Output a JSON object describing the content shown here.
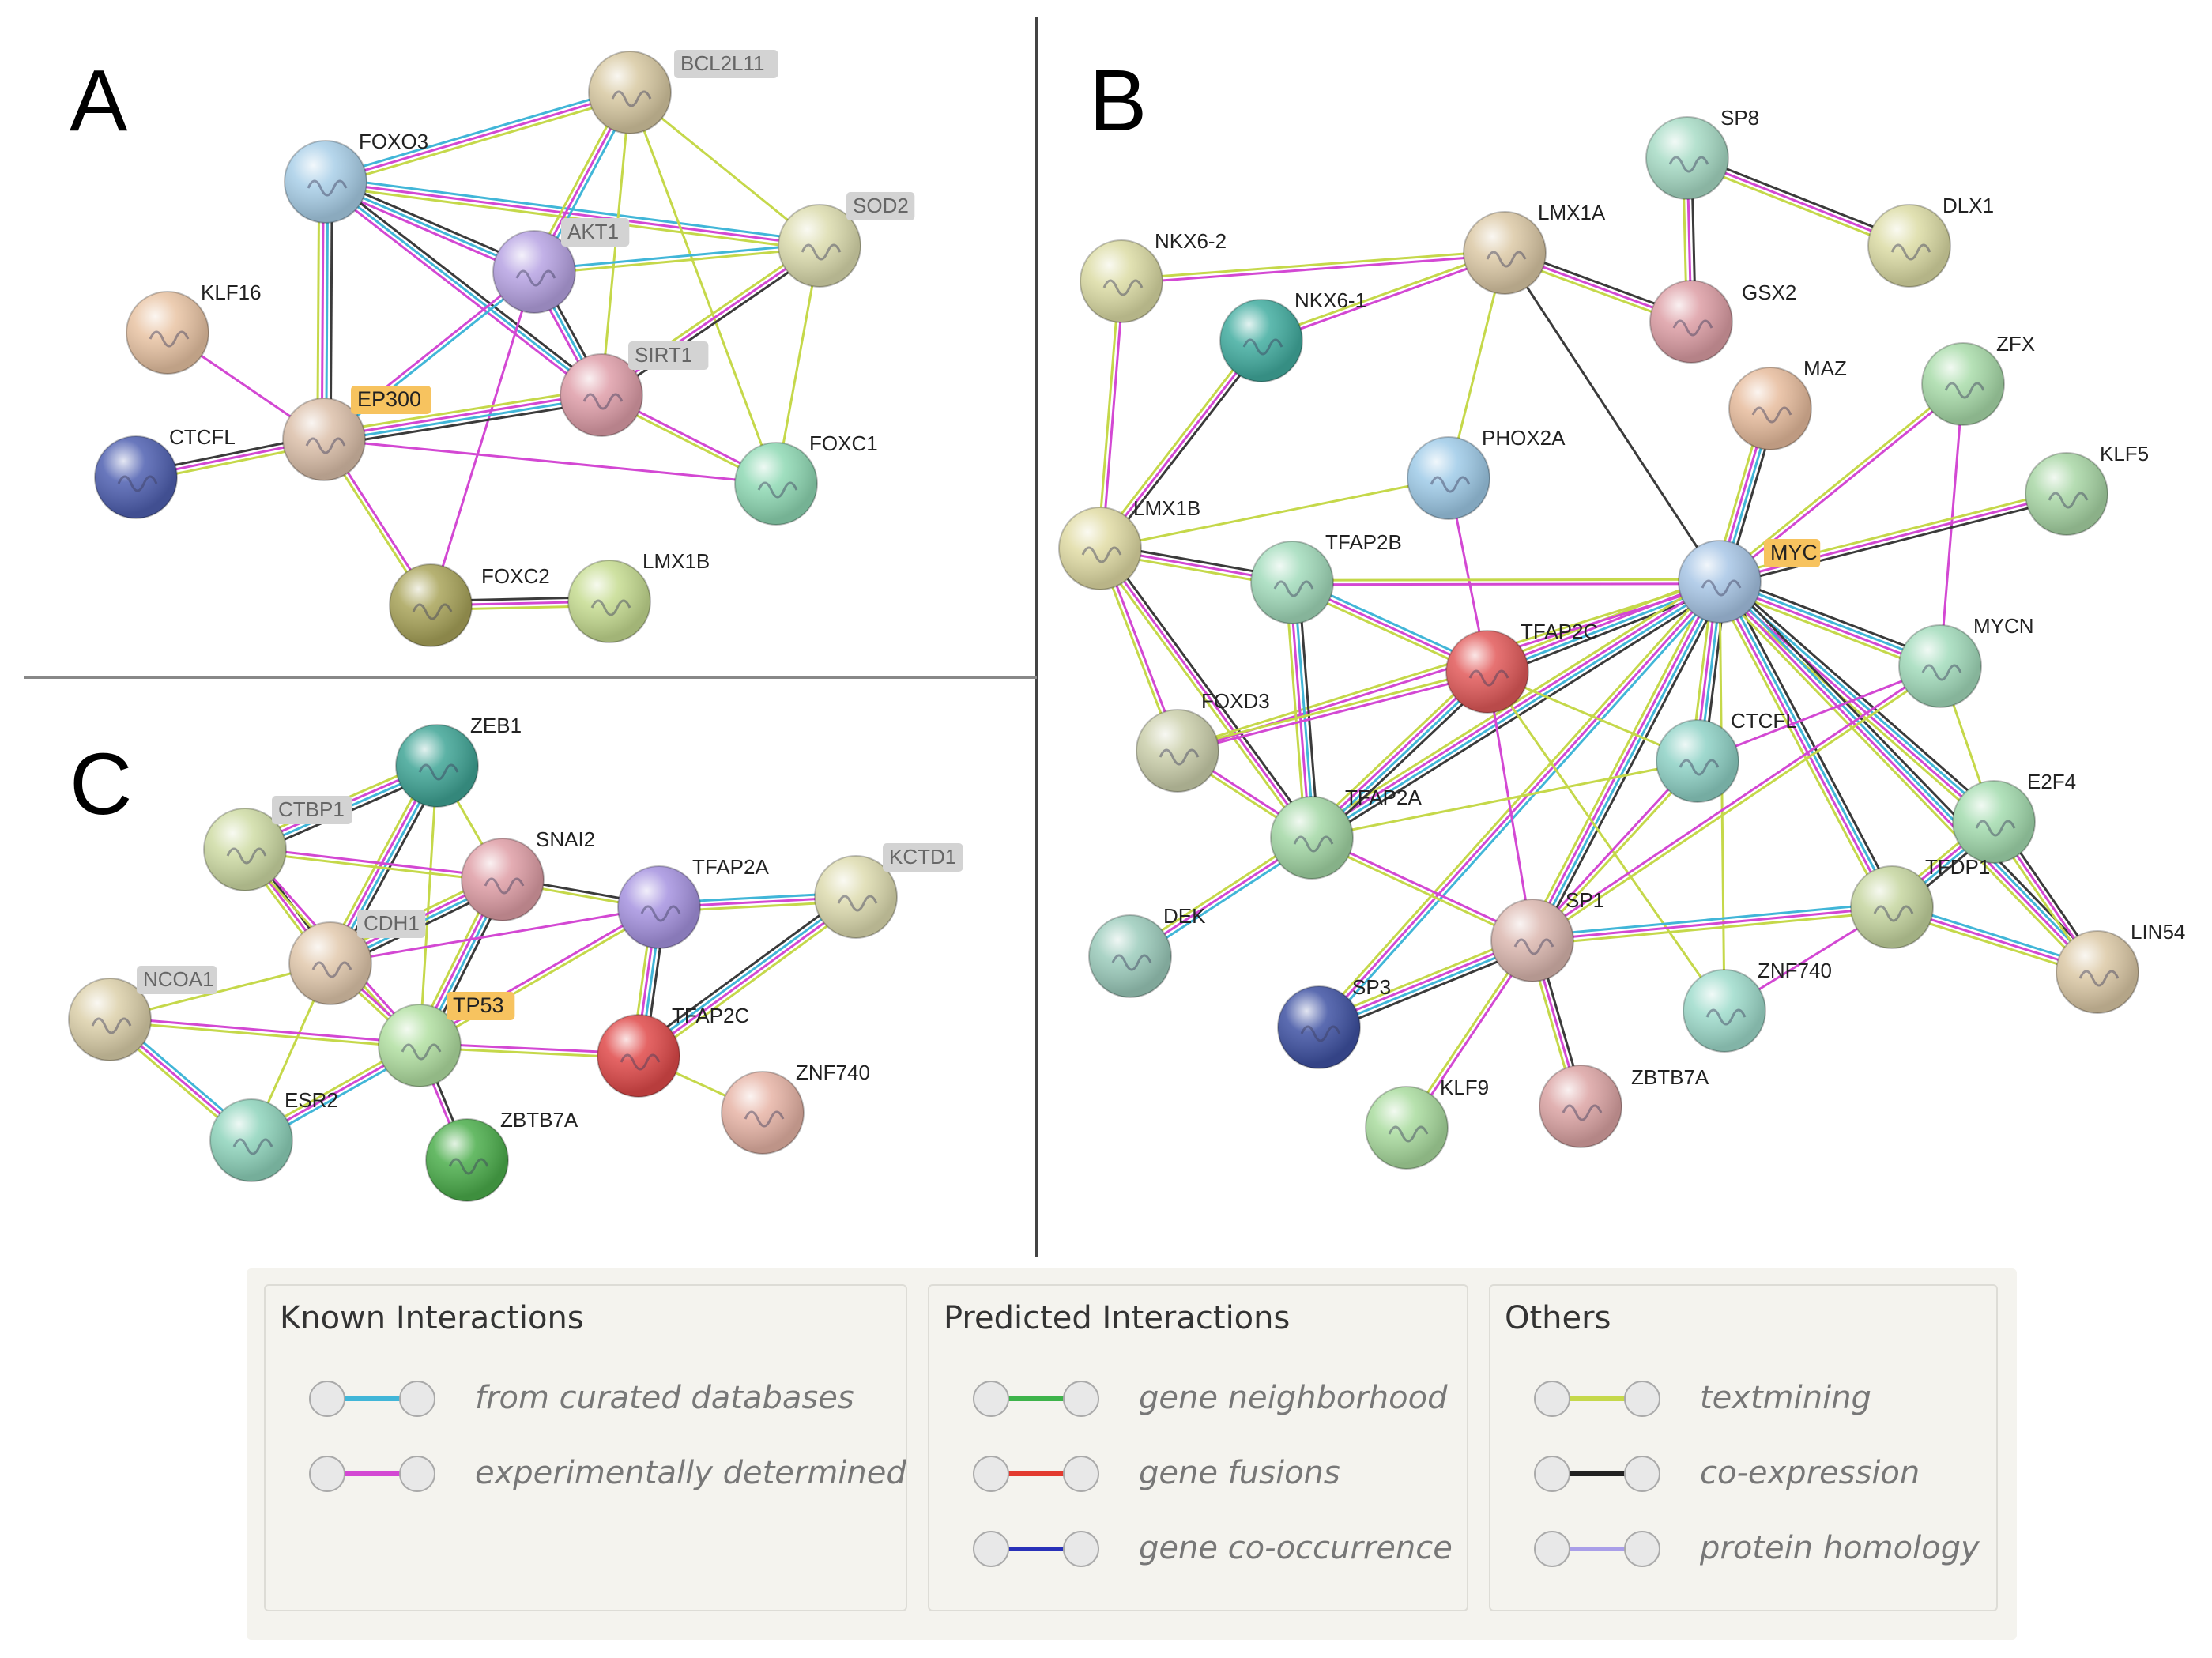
{
  "panels": [
    {
      "id": "A",
      "letter": "A",
      "nodes": [
        {
          "id": "BCL2L11",
          "label": "BCL2L11",
          "color": "#d8c9a2",
          "tag": "gray"
        },
        {
          "id": "FOXO3",
          "label": "FOXO3",
          "color": "#a9cfe8",
          "tag": null
        },
        {
          "id": "AKT1",
          "label": "AKT1",
          "color": "#b7a3e3",
          "tag": "gray"
        },
        {
          "id": "SOD2",
          "label": "SOD2",
          "color": "#dcdcae",
          "tag": "gray"
        },
        {
          "id": "KLF16",
          "label": "KLF16",
          "color": "#e9c4a4",
          "tag": null
        },
        {
          "id": "SIRT1",
          "label": "SIRT1",
          "color": "#df9ea9",
          "tag": "gray"
        },
        {
          "id": "EP300",
          "label": "EP300",
          "color": "#dcc0aa",
          "tag": "orange"
        },
        {
          "id": "CTCFL",
          "label": "CTCFL",
          "color": "#4f60b1",
          "tag": null
        },
        {
          "id": "FOXC1",
          "label": "FOXC1",
          "color": "#8fd9b4",
          "tag": null
        },
        {
          "id": "FOXC2",
          "label": "FOXC2",
          "color": "#a9a45a",
          "tag": null
        },
        {
          "id": "LMX1B",
          "label": "LMX1B",
          "color": "#c6dc91",
          "tag": null
        }
      ]
    },
    {
      "id": "B",
      "letter": "B",
      "nodes": [
        {
          "id": "SP8",
          "label": "SP8",
          "color": "#a8dcc6",
          "tag": null
        },
        {
          "id": "DLX1",
          "label": "DLX1",
          "color": "#dcdca5",
          "tag": null
        },
        {
          "id": "LMX1A",
          "label": "LMX1A",
          "color": "#dcc9a6",
          "tag": null
        },
        {
          "id": "GSX2",
          "label": "GSX2",
          "color": "#dd9ea5",
          "tag": null
        },
        {
          "id": "NKX6-2",
          "label": "NKX6-2",
          "color": "#dcdca5",
          "tag": null
        },
        {
          "id": "NKX6-1",
          "label": "NKX6-1",
          "color": "#42ada0",
          "tag": null
        },
        {
          "id": "MAZ",
          "label": "MAZ",
          "color": "#e7bc9d",
          "tag": null
        },
        {
          "id": "ZFX",
          "label": "ZFX",
          "color": "#a9dcaa",
          "tag": null
        },
        {
          "id": "PHOX2A",
          "label": "PHOX2A",
          "color": "#9fcbe8",
          "tag": null
        },
        {
          "id": "KLF5",
          "label": "KLF5",
          "color": "#a9d7a6",
          "tag": null
        },
        {
          "id": "LMX1B",
          "label": "LMX1B",
          "color": "#e1dca5",
          "tag": null
        },
        {
          "id": "MYC",
          "label": "MYC",
          "color": "#a8c6e6",
          "tag": "orange"
        },
        {
          "id": "TFAP2B",
          "label": "TFAP2B",
          "color": "#a3dcbc",
          "tag": null
        },
        {
          "id": "TFAP2C",
          "label": "TFAP2C",
          "color": "#e25a5a",
          "tag": null
        },
        {
          "id": "MYCN",
          "label": "MYCN",
          "color": "#a3dcbc",
          "tag": null
        },
        {
          "id": "FOXD3",
          "label": "FOXD3",
          "color": "#ccd0ac",
          "tag": null
        },
        {
          "id": "CTCFL",
          "label": "CTCFL",
          "color": "#8fd2c6",
          "tag": null
        },
        {
          "id": "TFAP2A",
          "label": "TFAP2A",
          "color": "#a4d8a6",
          "tag": null
        },
        {
          "id": "E2F4",
          "label": "E2F4",
          "color": "#a4dcaf",
          "tag": null
        },
        {
          "id": "TFDP1",
          "label": "TFDP1",
          "color": "#c6d6a0",
          "tag": null
        },
        {
          "id": "DEK",
          "label": "DEK",
          "color": "#9cccbc",
          "tag": null
        },
        {
          "id": "SP1",
          "label": "SP1",
          "color": "#dcb8b0",
          "tag": null
        },
        {
          "id": "LIN54",
          "label": "LIN54",
          "color": "#dcc9a6",
          "tag": null
        },
        {
          "id": "SP3",
          "label": "SP3",
          "color": "#3f52a3",
          "tag": null
        },
        {
          "id": "ZNF740",
          "label": "ZNF740",
          "color": "#9fdccc",
          "tag": null
        },
        {
          "id": "KLF9",
          "label": "KLF9",
          "color": "#aadc9f",
          "tag": null
        },
        {
          "id": "ZBTB7A",
          "label": "ZBTB7A",
          "color": "#dca4a4",
          "tag": null
        }
      ]
    },
    {
      "id": "C",
      "letter": "C",
      "nodes": [
        {
          "id": "ZEB1",
          "label": "ZEB1",
          "color": "#40a596",
          "tag": null
        },
        {
          "id": "CTBP1",
          "label": "CTBP1",
          "color": "#cfdca5",
          "tag": "gray"
        },
        {
          "id": "SNAI2",
          "label": "SNAI2",
          "color": "#df9ea6",
          "tag": null
        },
        {
          "id": "TFAP2A",
          "label": "TFAP2A",
          "color": "#a693e0",
          "tag": null
        },
        {
          "id": "KCTD1",
          "label": "KCTD1",
          "color": "#dedcb0",
          "tag": "gray"
        },
        {
          "id": "CDH1",
          "label": "CDH1",
          "color": "#e2c9ad",
          "tag": "gray"
        },
        {
          "id": "NCOA1",
          "label": "NCOA1",
          "color": "#dcd0aa",
          "tag": "gray"
        },
        {
          "id": "TP53",
          "label": "TP53",
          "color": "#b2e0a2",
          "tag": "orange"
        },
        {
          "id": "TFAP2C",
          "label": "TFAP2C",
          "color": "#e04a4a",
          "tag": null
        },
        {
          "id": "ZNF740",
          "label": "ZNF740",
          "color": "#e7b4a6",
          "tag": null
        },
        {
          "id": "ESR2",
          "label": "ESR2",
          "color": "#8fd4bc",
          "tag": null
        },
        {
          "id": "ZBTB7A",
          "label": "ZBTB7A",
          "color": "#4cae4c",
          "tag": null
        }
      ]
    }
  ],
  "edges": {
    "A": [
      [
        "FOXO3",
        "BCL2L11",
        "cmy"
      ],
      [
        "FOXO3",
        "AKT1",
        "kcm"
      ],
      [
        "FOXO3",
        "SOD2",
        "cmy"
      ],
      [
        "FOXO3",
        "SIRT1",
        "kcm"
      ],
      [
        "FOXO3",
        "EP300",
        "kcmy"
      ],
      [
        "BCL2L11",
        "AKT1",
        "cmy"
      ],
      [
        "BCL2L11",
        "SOD2",
        "y"
      ],
      [
        "BCL2L11",
        "SIRT1",
        "y"
      ],
      [
        "BCL2L11",
        "FOXC1",
        "y"
      ],
      [
        "AKT1",
        "SOD2",
        "cy"
      ],
      [
        "AKT1",
        "SIRT1",
        "kcm"
      ],
      [
        "AKT1",
        "EP300",
        "cm"
      ],
      [
        "AKT1",
        "FOXC2",
        "m"
      ],
      [
        "SOD2",
        "SIRT1",
        "kmy"
      ],
      [
        "SOD2",
        "FOXC1",
        "y"
      ],
      [
        "SIRT1",
        "EP300",
        "kcmy"
      ],
      [
        "SIRT1",
        "FOXC1",
        "my"
      ],
      [
        "KLF16",
        "EP300",
        "m"
      ],
      [
        "CTCFL",
        "EP300",
        "kmy"
      ],
      [
        "EP300",
        "FOXC1",
        "m"
      ],
      [
        "EP300",
        "FOXC2",
        "my"
      ],
      [
        "FOXC2",
        "LMX1B",
        "kmy"
      ]
    ],
    "B": [
      [
        "SP8",
        "GSX2",
        "kmy"
      ],
      [
        "SP8",
        "DLX1",
        "kmy"
      ],
      [
        "LMX1A",
        "GSX2",
        "kmy"
      ],
      [
        "LMX1A",
        "NKX6-2",
        "my"
      ],
      [
        "LMX1A",
        "NKX6-1",
        "my"
      ],
      [
        "LMX1A",
        "PHOX2A",
        "y"
      ],
      [
        "LMX1A",
        "MYC",
        "k"
      ],
      [
        "NKX6-2",
        "LMX1B",
        "my"
      ],
      [
        "NKX6-1",
        "LMX1B",
        "kmy"
      ],
      [
        "LMX1B",
        "PHOX2A",
        "y"
      ],
      [
        "LMX1B",
        "TFAP2B",
        "kmy"
      ],
      [
        "LMX1B",
        "TFAP2A",
        "kmy"
      ],
      [
        "LMX1B",
        "FOXD3",
        "my"
      ],
      [
        "PHOX2A",
        "TFAP2C",
        "m"
      ],
      [
        "MAZ",
        "MYC",
        "kcmy"
      ],
      [
        "ZFX",
        "MYC",
        "my"
      ],
      [
        "ZFX",
        "MYCN",
        "m"
      ],
      [
        "KLF5",
        "MYC",
        "kmy"
      ],
      [
        "MYC",
        "TFAP2B",
        "my"
      ],
      [
        "MYC",
        "TFAP2C",
        "kcmy"
      ],
      [
        "MYC",
        "MYCN",
        "kcmy"
      ],
      [
        "MYC",
        "CTCFL",
        "kcmy"
      ],
      [
        "MYC",
        "TFAP2A",
        "kcmy"
      ],
      [
        "MYC",
        "FOXD3",
        "my"
      ],
      [
        "MYC",
        "SP1",
        "kcmy"
      ],
      [
        "MYC",
        "E2F4",
        "kcmy"
      ],
      [
        "MYC",
        "TFDP1",
        "kcmy"
      ],
      [
        "MYC",
        "LIN54",
        "kcmy"
      ],
      [
        "MYC",
        "SP3",
        "cmy"
      ],
      [
        "MYC",
        "ZNF740",
        "y"
      ],
      [
        "TFAP2B",
        "TFAP2C",
        "cmy"
      ],
      [
        "TFAP2B",
        "TFAP2A",
        "kcmy"
      ],
      [
        "TFAP2C",
        "TFAP2A",
        "kcmy"
      ],
      [
        "TFAP2C",
        "FOXD3",
        "my"
      ],
      [
        "TFAP2C",
        "SP1",
        "m"
      ],
      [
        "TFAP2C",
        "CTCFL",
        "y"
      ],
      [
        "TFAP2C",
        "ZNF740",
        "y"
      ],
      [
        "FOXD3",
        "TFAP2A",
        "my"
      ],
      [
        "TFAP2A",
        "DEK",
        "cmy"
      ],
      [
        "TFAP2A",
        "SP1",
        "my"
      ],
      [
        "TFAP2A",
        "CTCFL",
        "y"
      ],
      [
        "SP1",
        "SP3",
        "kcmy"
      ],
      [
        "SP1",
        "KLF9",
        "my"
      ],
      [
        "SP1",
        "ZBTB7A",
        "kmy"
      ],
      [
        "SP1",
        "TFDP1",
        "cmy"
      ],
      [
        "SP1",
        "MYCN",
        "my"
      ],
      [
        "SP1",
        "CTCFL",
        "my"
      ],
      [
        "MYCN",
        "E2F4",
        "y"
      ],
      [
        "MYCN",
        "CTCFL",
        "m"
      ],
      [
        "E2F4",
        "TFDP1",
        "kcmy"
      ],
      [
        "E2F4",
        "LIN54",
        "kmy"
      ],
      [
        "TFDP1",
        "LIN54",
        "cmy"
      ],
      [
        "TFDP1",
        "ZNF740",
        "m"
      ]
    ],
    "C": [
      [
        "ZEB1",
        "CTBP1",
        "kcmy"
      ],
      [
        "ZEB1",
        "CDH1",
        "kcmy"
      ],
      [
        "ZEB1",
        "TP53",
        "y"
      ],
      [
        "ZEB1",
        "SNAI2",
        "y"
      ],
      [
        "CTBP1",
        "SNAI2",
        "my"
      ],
      [
        "CTBP1",
        "CDH1",
        "kmy"
      ],
      [
        "CTBP1",
        "TP53",
        "my"
      ],
      [
        "SNAI2",
        "CDH1",
        "kcmy"
      ],
      [
        "SNAI2",
        "TP53",
        "kcmy"
      ],
      [
        "SNAI2",
        "TFAP2A",
        "ky"
      ],
      [
        "CDH1",
        "TP53",
        "my"
      ],
      [
        "CDH1",
        "NCOA1",
        "y"
      ],
      [
        "CDH1",
        "ESR2",
        "y"
      ],
      [
        "CDH1",
        "TFAP2A",
        "m"
      ],
      [
        "NCOA1",
        "TP53",
        "my"
      ],
      [
        "NCOA1",
        "ESR2",
        "cmy"
      ],
      [
        "TP53",
        "ESR2",
        "cmy"
      ],
      [
        "TP53",
        "TFAP2A",
        "my"
      ],
      [
        "TP53",
        "TFAP2C",
        "my"
      ],
      [
        "TP53",
        "ZBTB7A",
        "km"
      ],
      [
        "TFAP2A",
        "TFAP2C",
        "kcmy"
      ],
      [
        "TFAP2A",
        "KCTD1",
        "cmy"
      ],
      [
        "TFAP2C",
        "KCTD1",
        "kcmy"
      ],
      [
        "TFAP2C",
        "ZNF740",
        "y"
      ]
    ]
  },
  "edge_colors": {
    "k": "#3b3b3b",
    "c": "#41b6d8",
    "m": "#d348d3",
    "y": "#c5d84a"
  },
  "legend": {
    "known": {
      "title": "Known Interactions",
      "items": [
        {
          "label": "from curated databases",
          "color": "#41b6d8"
        },
        {
          "label": "experimentally determined",
          "color": "#d348d3"
        }
      ]
    },
    "predicted": {
      "title": "Predicted Interactions",
      "items": [
        {
          "label": "gene neighborhood",
          "color": "#3db34a"
        },
        {
          "label": "gene fusions",
          "color": "#e33a2f"
        },
        {
          "label": "gene co-occurrence",
          "color": "#2830b8"
        }
      ]
    },
    "others": {
      "title": "Others",
      "items": [
        {
          "label": "textmining",
          "color": "#c5d84a"
        },
        {
          "label": "co-expression",
          "color": "#222222"
        },
        {
          "label": "protein homology",
          "color": "#a99ee8"
        }
      ]
    }
  }
}
